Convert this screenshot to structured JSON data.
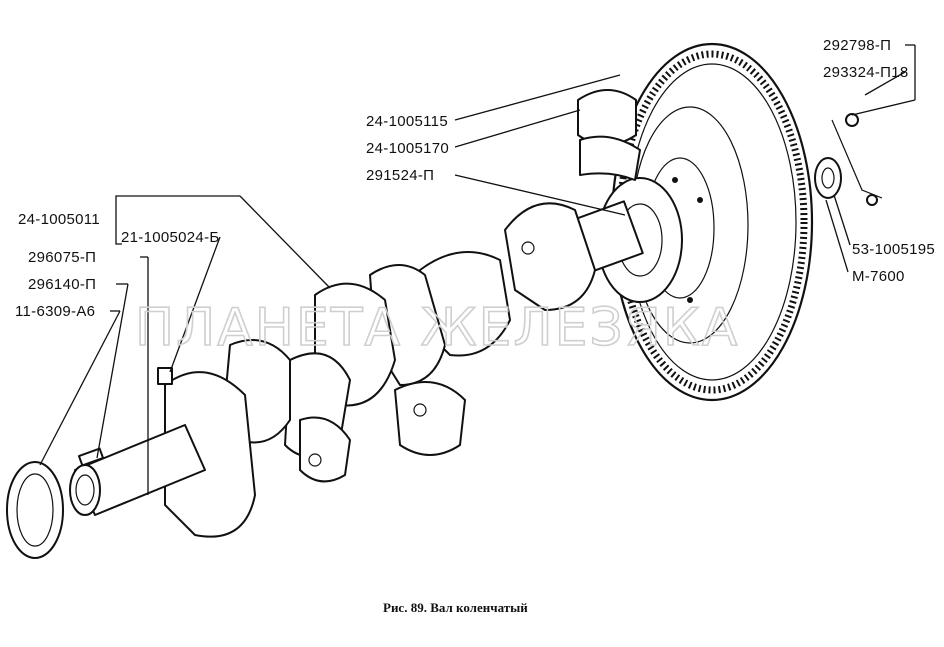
{
  "labels": {
    "l_24_1005115": "24-1005115",
    "l_24_1005170": "24-1005170",
    "l_291524_p": "291524-П",
    "l_24_1005011": "24-1005011",
    "l_21_1005024_b": "21-1005024-Б",
    "l_296075_p": "296075-П",
    "l_296140_p": "296140-П",
    "l_11_6309_a6": "11-6309-А6",
    "l_292798_p": "292798-П",
    "l_293324_p18": "293324-П18",
    "l_53_1005195": "53-1005195",
    "l_m_7600": "М-7600"
  },
  "watermark": "ПЛАНЕТА ЖЕЛЕЗЯКА",
  "caption": "Рис. 89. Вал коленчатый"
}
